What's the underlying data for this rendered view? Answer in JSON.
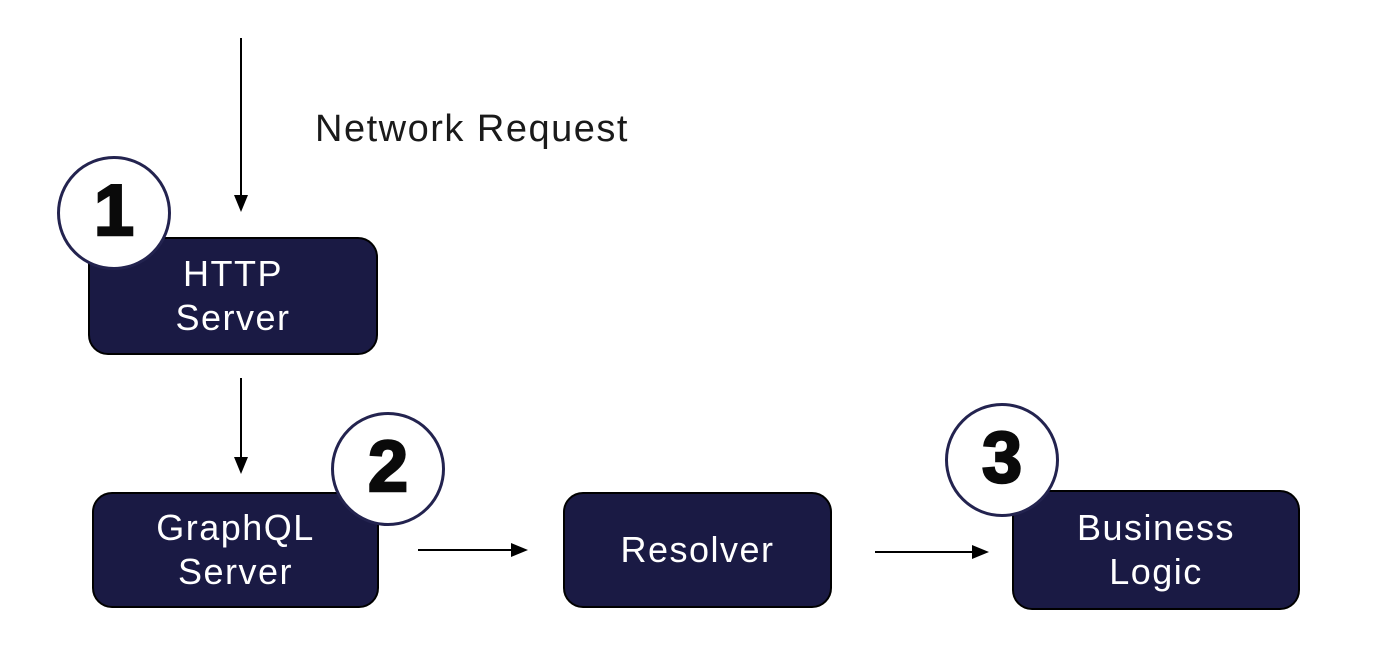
{
  "diagram": {
    "annotation_label": "Network Request",
    "nodes": [
      {
        "id": "http-server",
        "label": "HTTP\nServer"
      },
      {
        "id": "graphql-server",
        "label": "GraphQL\nServer"
      },
      {
        "id": "resolver",
        "label": "Resolver"
      },
      {
        "id": "business-logic",
        "label": "Business\nLogic"
      }
    ],
    "steps": [
      {
        "number": "1",
        "attached_to": "http-server"
      },
      {
        "number": "2",
        "attached_to": "graphql-server"
      },
      {
        "number": "3",
        "attached_to": "business-logic"
      }
    ],
    "edges": [
      {
        "from": "client",
        "to": "http-server",
        "label": "Network Request",
        "direction": "down"
      },
      {
        "from": "http-server",
        "to": "graphql-server",
        "direction": "down"
      },
      {
        "from": "graphql-server",
        "to": "resolver",
        "direction": "right"
      },
      {
        "from": "resolver",
        "to": "business-logic",
        "direction": "right"
      }
    ],
    "colors": {
      "background": "#ffffff",
      "box_fill": "#1a1a44",
      "box_border": "#000000",
      "box_text": "#ffffff",
      "circle_fill": "#ffffff",
      "circle_border": "#23234f",
      "step_number": "#0a0a0a",
      "arrow": "#000000",
      "label_text": "#1a1a1a"
    }
  }
}
